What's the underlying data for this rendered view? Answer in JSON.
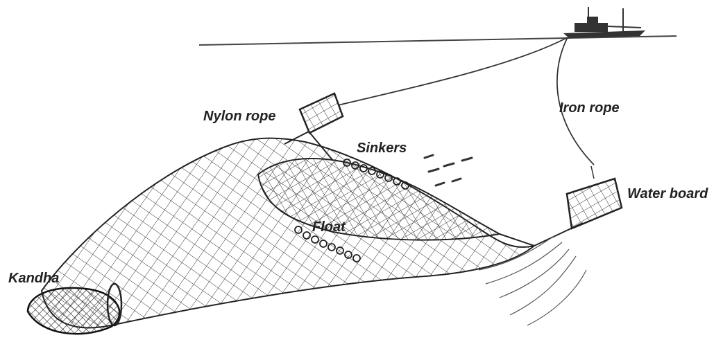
{
  "labels": {
    "nylon_rope": "Nylon rope",
    "iron_rope": "Iron rope",
    "sinkers": "Sinkers",
    "float": "Float",
    "water_board": "Water board",
    "kandha": "Kandha"
  },
  "colors": {
    "ink": "#222222",
    "background": "#ffffff"
  }
}
